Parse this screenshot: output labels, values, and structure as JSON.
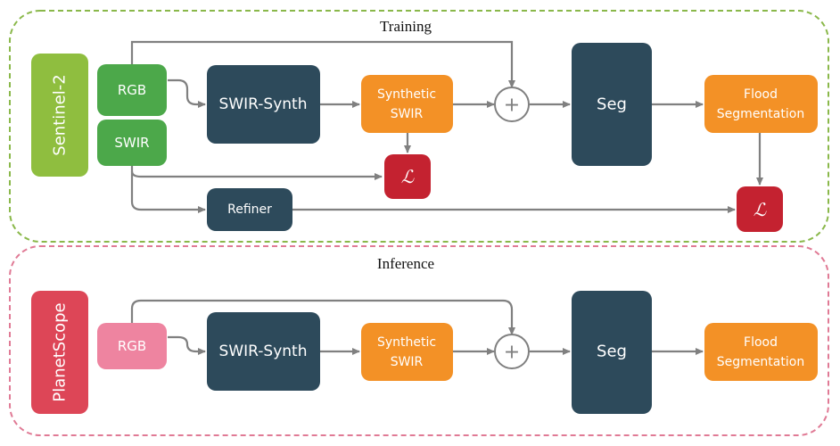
{
  "training": {
    "title": "Training",
    "source": "Sentinel-2",
    "rgb": "RGB",
    "swir": "SWIR",
    "swir_synth": "SWIR-Synth",
    "synthetic_swir_line1": "Synthetic",
    "synthetic_swir_line2": "SWIR",
    "plus": "+",
    "seg": "Seg",
    "flood_line1": "Flood",
    "flood_line2": "Segmentation",
    "refiner": "Refiner",
    "loss": "ℒ"
  },
  "inference": {
    "title": "Inference",
    "source": "PlanetScope",
    "rgb": "RGB",
    "swir_synth": "SWIR-Synth",
    "synthetic_swir_line1": "Synthetic",
    "synthetic_swir_line2": "SWIR",
    "plus": "+",
    "seg": "Seg",
    "flood_line1": "Flood",
    "flood_line2": "Segmentation"
  },
  "colors": {
    "training_frame": "#8ab84a",
    "inference_frame": "#e07a95",
    "sentinel": "#8fbe3f",
    "green": "#4ca84a",
    "dark": "#2d4a5b",
    "orange": "#f39126",
    "red": "#c42230",
    "planetscope": "#dd4657",
    "pink": "#ee84a0",
    "arrow": "#808080"
  }
}
